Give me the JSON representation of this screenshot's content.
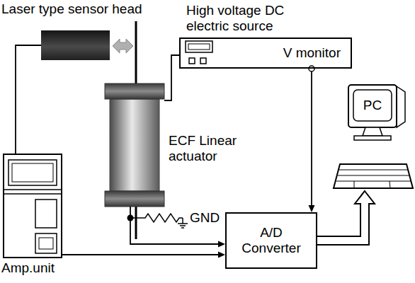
{
  "diagram": {
    "nodes": [
      {
        "text": [
          "Laser type sensor head"
        ]
      },
      {
        "text": [
          "High voltage DC electric source",
          "V monitor"
        ]
      },
      {
        "text": [
          "ECF Linear actuator"
        ]
      },
      {
        "text": [
          "PC"
        ]
      },
      {
        "text": [
          "A/D Converter"
        ]
      },
      {
        "text": [
          "Amp.unit"
        ]
      }
    ],
    "edges": [
      {
        "from": 0,
        "to": 5,
        "arrow": "none"
      },
      {
        "from": 1,
        "to": 2,
        "arrow": "none"
      },
      {
        "from": 1,
        "to": 4,
        "arrow": "to"
      },
      {
        "from": 2,
        "to": 4,
        "arrow": "to"
      },
      {
        "from": 5,
        "to": 4,
        "arrow": "to"
      },
      {
        "from": 4,
        "to": 3,
        "arrow": "to"
      }
    ],
    "labels": [
      "GND"
    ]
  }
}
